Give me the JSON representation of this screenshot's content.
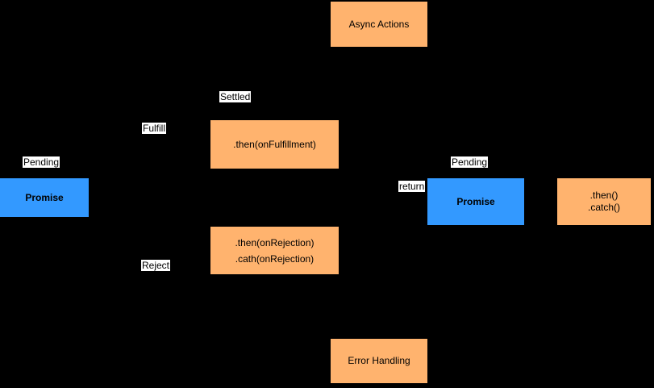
{
  "diagram": {
    "title_hint": "Promise async flow diagram",
    "colors": {
      "background": "#000000",
      "orange": "#ffb36e",
      "blue": "#3399ff",
      "label_bg": "#ffffff",
      "text": "#000000"
    },
    "nodes": {
      "async_actions": {
        "label": "Async Actions"
      },
      "promise_left": {
        "label": "Promise"
      },
      "then_fulfillment": {
        "label": ".then(onFulfillment)"
      },
      "then_rejection": {
        "line1": ".then(onRejection)",
        "line2": ".cath(onRejection)"
      },
      "promise_right": {
        "label": "Promise"
      },
      "then_catch": {
        "line1": ".then()",
        "line2": ".catch()"
      },
      "error_handling": {
        "label": "Error Handling"
      }
    },
    "edge_labels": {
      "pending_left": "Pending",
      "fulfill": "Fulfill",
      "settled": "Settled",
      "reject": "Reject",
      "return_label": "return",
      "pending_right": "Pending"
    }
  }
}
